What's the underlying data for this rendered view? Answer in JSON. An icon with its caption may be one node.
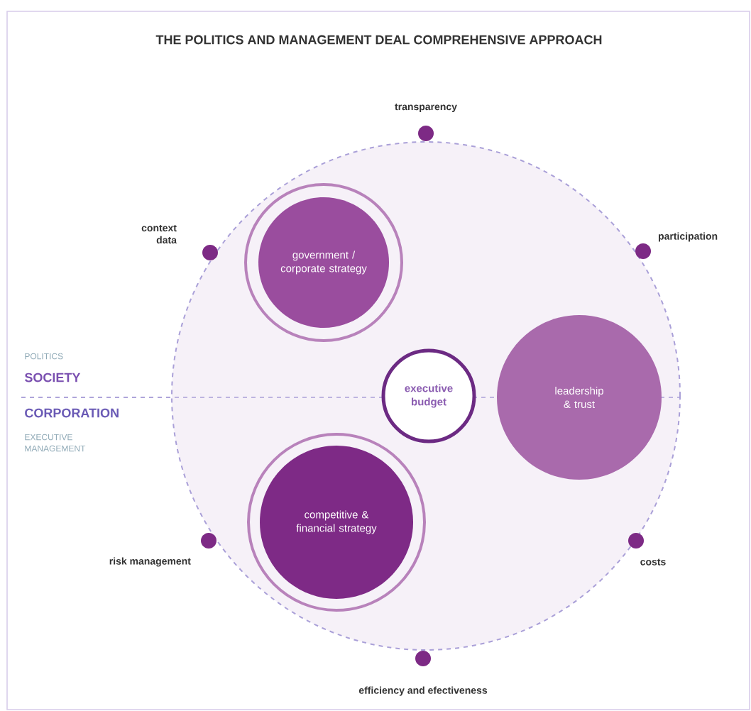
{
  "diagram": {
    "title": "THE POLITICS AND MANAGEMENT DEAL COMPREHENSIVE APPROACH",
    "nodes": [
      {
        "text": [],
        "shape": "circle"
      },
      {
        "text": [
          "government / corporate strategy"
        ],
        "in": 0
      },
      {
        "text": [
          "executive budget"
        ],
        "in": 0
      },
      {
        "text": [
          "leadership & trust"
        ],
        "in": 0
      },
      {
        "text": [
          "competitive & financial strategy"
        ],
        "in": 0
      },
      {
        "text": [
          "transparency"
        ]
      },
      {
        "text": [
          "context data"
        ]
      },
      {
        "text": [
          "participation"
        ]
      },
      {
        "text": [
          "risk management"
        ]
      },
      {
        "text": [
          "costs"
        ]
      },
      {
        "text": [
          "efficiency and efectiveness"
        ]
      }
    ],
    "labels": [
      "POLITICS",
      "SOCIETY",
      "CORPORATION",
      "EXECUTIVE MANAGEMENT"
    ]
  }
}
